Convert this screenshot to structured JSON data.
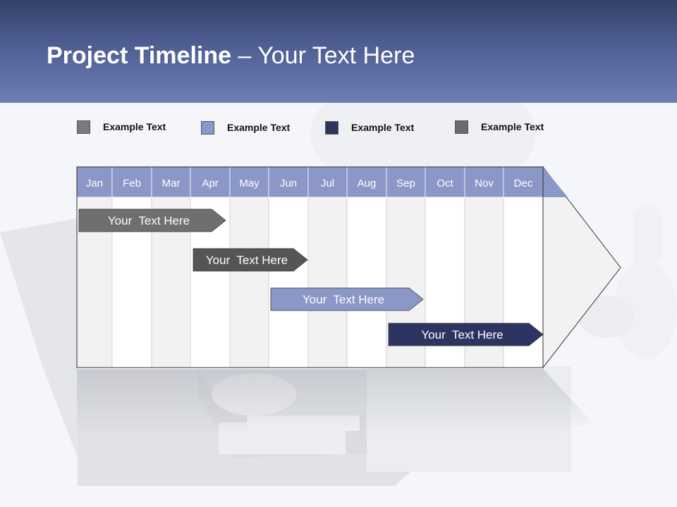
{
  "slide": {
    "title_bold": "Project Timeline",
    "title_rest": " – Your Text Here"
  },
  "legend": [
    {
      "label": "Example Text",
      "color": "#7a7a7a"
    },
    {
      "label": "Example Text",
      "color": "#8b97c7"
    },
    {
      "label": "Example Text",
      "color": "#2e3461"
    },
    {
      "label": "Example Text",
      "color": "#6b6b6b"
    }
  ],
  "months": [
    "Jan",
    "Feb",
    "Mar",
    "Apr",
    "May",
    "Jun",
    "Jul",
    "Aug",
    "Sep",
    "Oct",
    "Nov",
    "Dec"
  ],
  "tasks": [
    {
      "label": "Your  Text Here",
      "color": "#6f6f6f",
      "start": "Jan",
      "end": "Apr"
    },
    {
      "label": "Your  Text Here",
      "color": "#555555",
      "start": "Apr",
      "end": "Jun"
    },
    {
      "label": "Your  Text Here",
      "color": "#8b97c7",
      "start": "Jun",
      "end": "Sep"
    },
    {
      "label": "Your  Text Here",
      "color": "#2e3461",
      "start": "Sep",
      "end": "Dec"
    }
  ],
  "colors": {
    "header_dark": "#35406a",
    "header_light": "#6d7eb4",
    "month_header": "#8b97c7"
  }
}
